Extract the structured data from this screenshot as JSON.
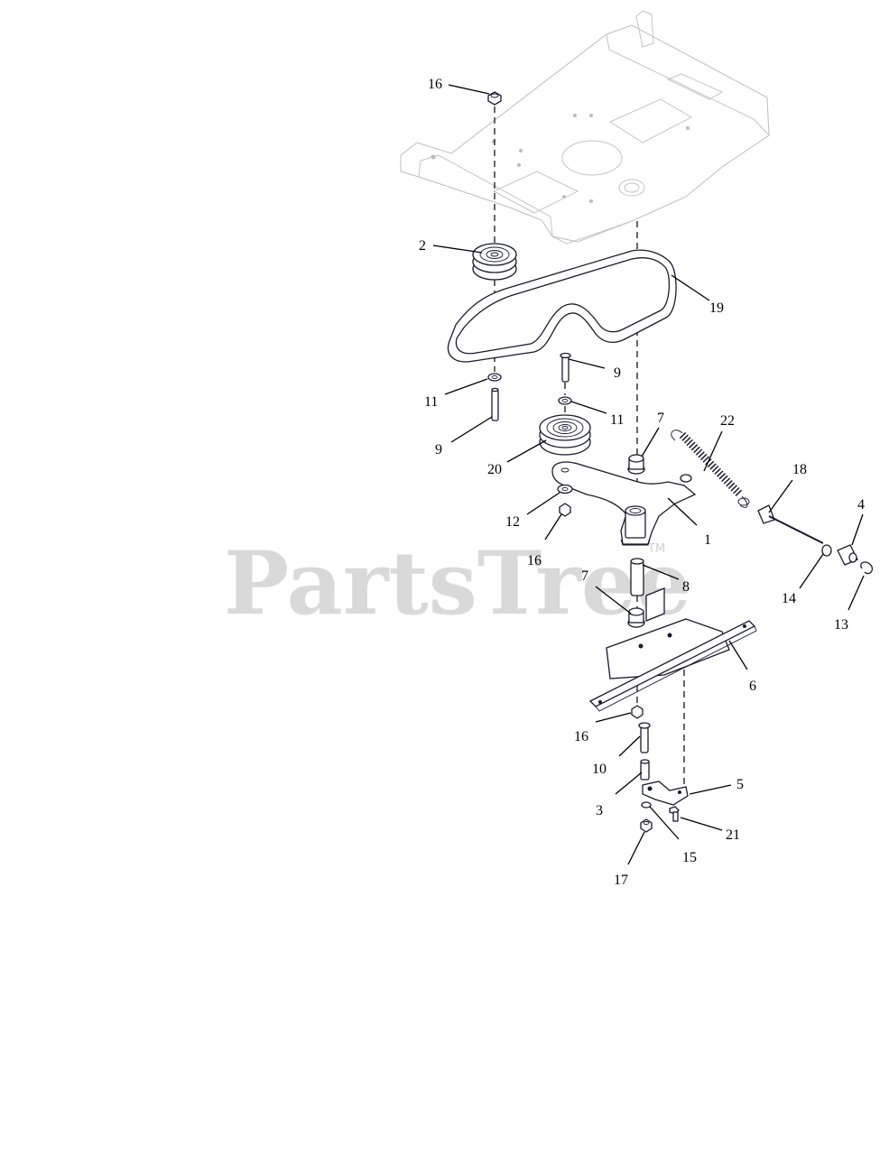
{
  "watermark": {
    "brand": "PartsTree",
    "mark": "TM"
  },
  "callouts": [
    {
      "id": "c16a",
      "label": "16"
    },
    {
      "id": "c2",
      "label": "2"
    },
    {
      "id": "c19",
      "label": "19"
    },
    {
      "id": "c9a",
      "label": "9"
    },
    {
      "id": "c11a",
      "label": "11"
    },
    {
      "id": "c11b",
      "label": "11"
    },
    {
      "id": "c9b",
      "label": "9"
    },
    {
      "id": "c7a",
      "label": "7"
    },
    {
      "id": "c22",
      "label": "22"
    },
    {
      "id": "c20",
      "label": "20"
    },
    {
      "id": "c18",
      "label": "18"
    },
    {
      "id": "c4",
      "label": "4"
    },
    {
      "id": "c12",
      "label": "12"
    },
    {
      "id": "c1",
      "label": "1"
    },
    {
      "id": "c16b",
      "label": "16"
    },
    {
      "id": "c8",
      "label": "8"
    },
    {
      "id": "c7b",
      "label": "7"
    },
    {
      "id": "c14",
      "label": "14"
    },
    {
      "id": "c13",
      "label": "13"
    },
    {
      "id": "c6",
      "label": "6"
    },
    {
      "id": "c16c",
      "label": "16"
    },
    {
      "id": "c10",
      "label": "10"
    },
    {
      "id": "c5",
      "label": "5"
    },
    {
      "id": "c3",
      "label": "3"
    },
    {
      "id": "c21",
      "label": "21"
    },
    {
      "id": "c15",
      "label": "15"
    },
    {
      "id": "c17",
      "label": "17"
    }
  ]
}
